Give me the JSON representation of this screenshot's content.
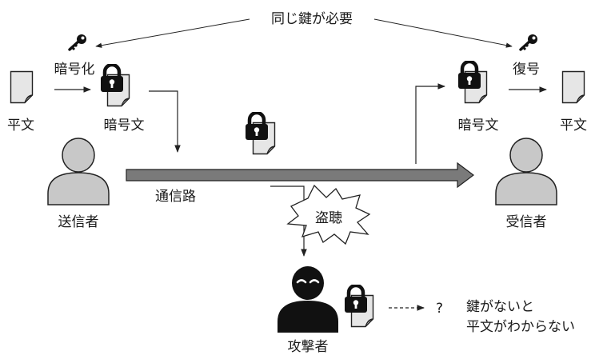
{
  "top_label": "同じ鍵が必要",
  "sender": {
    "encrypt_label": "暗号化",
    "plaintext_label": "平文",
    "ciphertext_label": "暗号文",
    "person_label": "送信者"
  },
  "channel": {
    "label": "通信路"
  },
  "receiver": {
    "decrypt_label": "復号",
    "ciphertext_label": "暗号文",
    "plaintext_label": "平文",
    "person_label": "受信者"
  },
  "eavesdrop_label": "盗聴",
  "attacker": {
    "person_label": "攻撃者",
    "unknown_mark": "?",
    "note_line1": "鍵がないと",
    "note_line2": "平文がわからない"
  },
  "colors": {
    "paper_fill": "#e6e6e6",
    "person_fill": "#c8c8c8",
    "attacker_fill": "#111111",
    "channel_fill": "#7a7a7a",
    "line": "#222222"
  }
}
